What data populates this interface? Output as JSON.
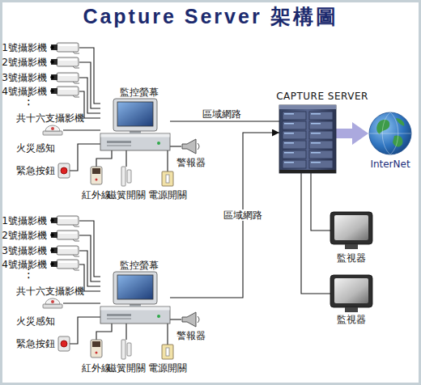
{
  "diagram": {
    "title": "Capture Server 架構圖",
    "nodes": [
      {
        "text": [
          "1號攝影機"
        ]
      },
      {
        "text": [
          "2號攝影機"
        ]
      },
      {
        "text": [
          "3號攝影機"
        ]
      },
      {
        "text": [
          "4號攝影機"
        ]
      },
      {
        "text": [
          "監控螢幕"
        ]
      },
      {
        "text": [
          "火災感知"
        ]
      },
      {
        "text": [
          "緊急按鈕"
        ]
      },
      {
        "text": [
          "警報器"
        ]
      },
      {
        "text": [
          "紅外線"
        ]
      },
      {
        "text": [
          "磁簧開關"
        ]
      },
      {
        "text": [
          "電源開關"
        ]
      },
      {
        "text": [
          "CAPTURE SERVER"
        ]
      },
      {
        "text": [
          "InterNet"
        ]
      },
      {
        "text": [
          "1號攝影機"
        ]
      },
      {
        "text": [
          "2號攝影機"
        ]
      },
      {
        "text": [
          "3號攝影機"
        ]
      },
      {
        "text": [
          "4號攝影機"
        ]
      },
      {
        "text": [
          "監控螢幕"
        ]
      },
      {
        "text": [
          "火災感知"
        ]
      },
      {
        "text": [
          "緊急按鈕"
        ]
      },
      {
        "text": [
          "警報器"
        ]
      },
      {
        "text": [
          "紅外線"
        ]
      },
      {
        "text": [
          "磁簧開關"
        ]
      },
      {
        "text": [
          "電源開關"
        ]
      },
      {
        "text": [
          "監視器"
        ]
      },
      {
        "text": [
          "監視器"
        ]
      }
    ],
    "edges": [
      {
        "from": 0,
        "to": 4,
        "arrow": "none"
      },
      {
        "from": 1,
        "to": 4,
        "arrow": "none"
      },
      {
        "from": 2,
        "to": 4,
        "arrow": "none"
      },
      {
        "from": 3,
        "to": 4,
        "arrow": "none"
      },
      {
        "from": 5,
        "to": 4,
        "arrow": "none"
      },
      {
        "from": 6,
        "to": 4,
        "arrow": "none"
      },
      {
        "from": 7,
        "to": 4,
        "arrow": "none"
      },
      {
        "from": 8,
        "to": 4,
        "arrow": "none"
      },
      {
        "from": 9,
        "to": 4,
        "arrow": "none"
      },
      {
        "from": 10,
        "to": 4,
        "arrow": "none"
      },
      {
        "from": 4,
        "to": 11,
        "label": "區域網路",
        "arrow": "none"
      },
      {
        "from": 11,
        "to": 12,
        "arrow": "to"
      },
      {
        "from": 13,
        "to": 17,
        "arrow": "none"
      },
      {
        "from": 14,
        "to": 17,
        "arrow": "none"
      },
      {
        "from": 15,
        "to": 17,
        "arrow": "none"
      },
      {
        "from": 16,
        "to": 17,
        "arrow": "none"
      },
      {
        "from": 18,
        "to": 17,
        "arrow": "none"
      },
      {
        "from": 19,
        "to": 17,
        "arrow": "none"
      },
      {
        "from": 20,
        "to": 17,
        "arrow": "none"
      },
      {
        "from": 21,
        "to": 17,
        "arrow": "none"
      },
      {
        "from": 22,
        "to": 17,
        "arrow": "none"
      },
      {
        "from": 23,
        "to": 17,
        "arrow": "none"
      },
      {
        "from": 17,
        "to": 11,
        "label": "區域網路",
        "arrow": "to"
      },
      {
        "from": 11,
        "to": 24,
        "arrow": "none"
      },
      {
        "from": 11,
        "to": 25,
        "arrow": "none"
      }
    ],
    "labels": [
      "⋮",
      "共十六支攝影機",
      "⋮",
      "共十六支攝影機"
    ]
  }
}
